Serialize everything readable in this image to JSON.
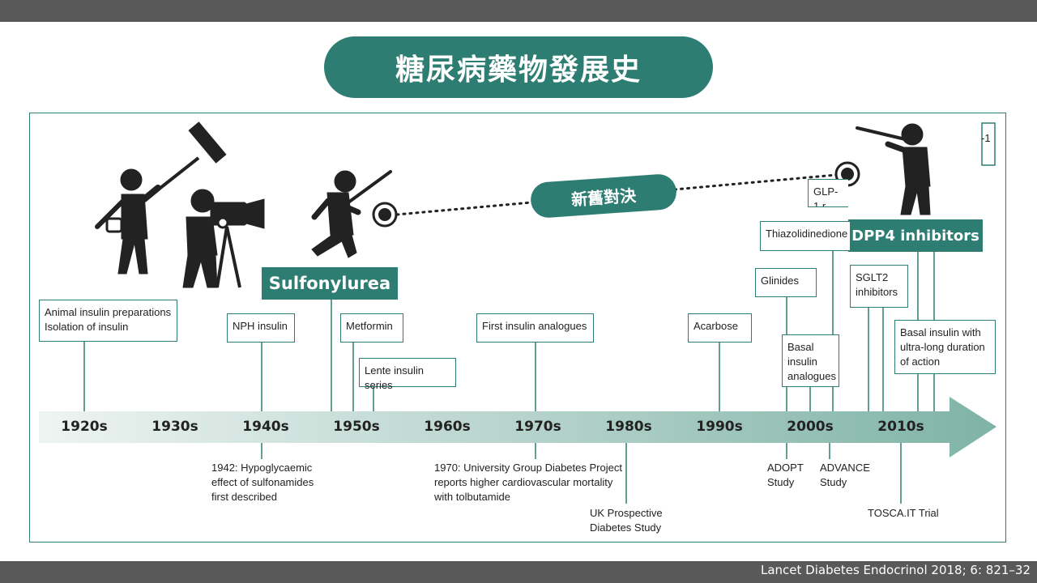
{
  "title": "糖尿病藥物發展史",
  "duel_label": "新舊對決",
  "citation": "Lancet Diabetes Endocrinol 2018; 6: 821–32",
  "decades": [
    "1920s",
    "1930s",
    "1940s",
    "1950s",
    "1960s",
    "1970s",
    "1980s",
    "1990s",
    "2000s",
    "2010s"
  ],
  "highlights": {
    "sulfonylurea": "Sulfonylurea",
    "dpp4": "DPP4 inhibitors"
  },
  "upper_events": {
    "animal_insulin": "Animal insulin preparations\nIsolation of insulin",
    "nph": "NPH insulin",
    "metformin": "Metformin",
    "lente": "Lente insulin series",
    "first_analogues": "First insulin analogues",
    "acarbose": "Acarbose",
    "glinides": "Glinides",
    "basal_analogues": "Basal\ninsulin\nanalogues",
    "tzd": "Thiazolidinedione",
    "glp1": "GLP-1 r",
    "sglt2": "SGLT2\ninhibitors",
    "basal_long": "Basal insulin with\nultra-long duration\nof action",
    "corner_clip": "-1"
  },
  "lower_events": {
    "e1942": "1942: Hypoglycaemic\neffect of sulfonamides\nfirst described",
    "e1970": "1970: University Group Diabetes Project\nreports higher cardiovascular mortality\nwith tolbutamide",
    "ukpds": "UK Prospective\nDiabetes Study",
    "adopt": "ADOPT\nStudy",
    "advance": "ADVANCE\nStudy",
    "tosca": "TOSCA.IT Trial"
  },
  "colors": {
    "accent": "#2e7d73",
    "bar": "#595959",
    "arrow_light": "#eef4f2",
    "arrow_dark": "#7fb3a6"
  }
}
